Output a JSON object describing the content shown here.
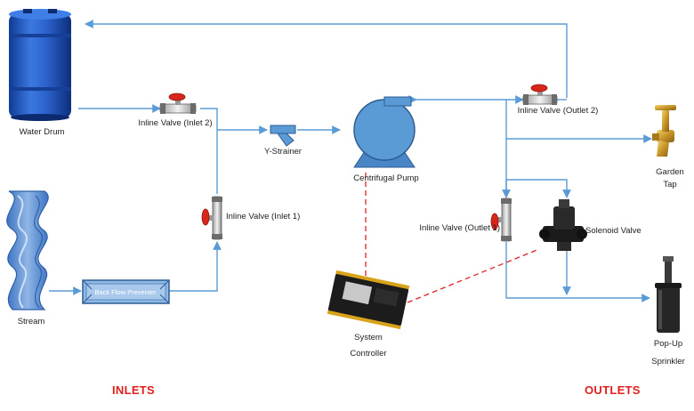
{
  "labels": {
    "water_drum": "Water Drum",
    "stream": "Stream",
    "inline_valve_inlet2": "Inline Valve (Inlet 2)",
    "inline_valve_inlet1": "Inline Valve (Inlet 1)",
    "y_strainer": "Y-Strainer",
    "back_flow_preventer": "Back Flow Preventer",
    "centrifugal_pump": "Centrifugal Pump",
    "inline_valve_outlet2": "Inline Valve (Outlet 2)",
    "inline_valve_outlet1": "Inline Valve (Outlet 1)",
    "solenoid_valve": "Solenoid Valve",
    "garden_tap_line1": "Garden",
    "garden_tap_line2": "Tap",
    "popup_line1": "Pop-Up",
    "popup_line2": "Sprinkler",
    "controller_line1": "System",
    "controller_line2": "Controller"
  },
  "sections": {
    "inlets": "INLETS",
    "outlets": "OUTLETS"
  },
  "colors": {
    "pipe": "#5b9bd5",
    "signal": "#e02020",
    "section": "#e02020",
    "drum": "#1e4fb3",
    "pump": "#5b9bd5",
    "bfp_fill": "#8eb8e5"
  }
}
